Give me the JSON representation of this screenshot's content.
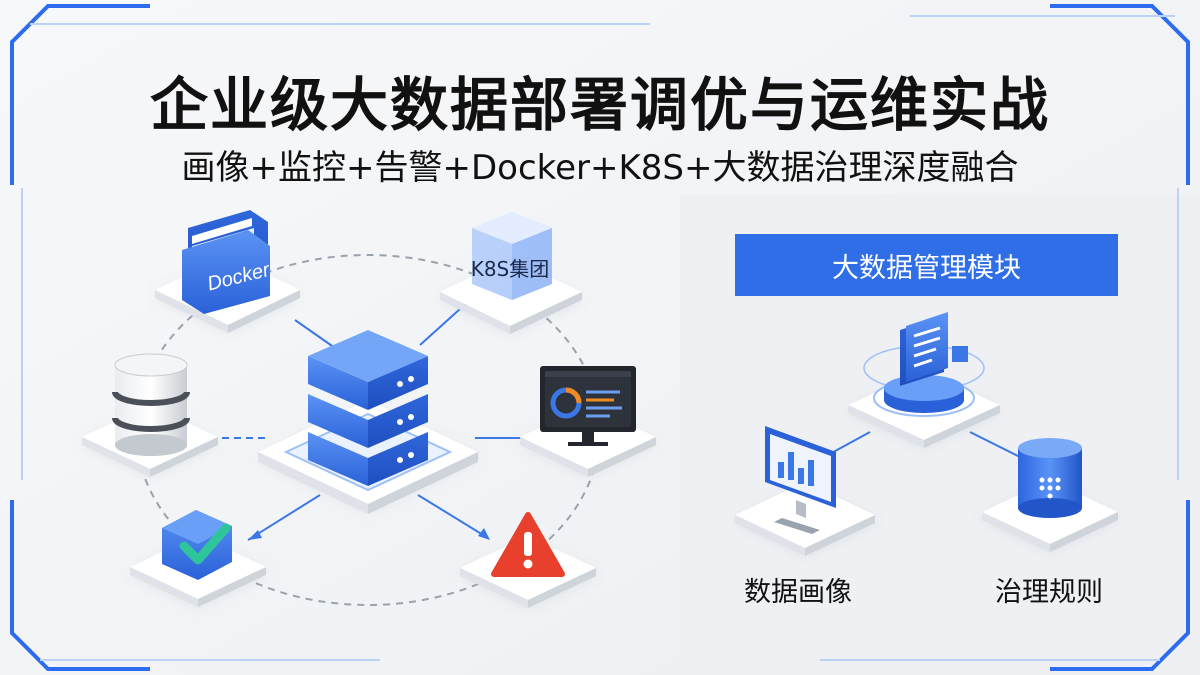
{
  "title": "企业级大数据部署调优与运维实战",
  "subtitle": "画像+监控+告警+Docker+K8S+大数据治理深度融合",
  "left_diagram": {
    "docker_label": "Docker",
    "k8s_label": "K8S集团"
  },
  "right_panel": {
    "header": "大数据管理模块",
    "node_labels": [
      "数据画像",
      "治理规则"
    ]
  },
  "colors": {
    "accent": "#2f6ee6",
    "frame": "#2d6cf0",
    "alert": "#e8402c",
    "check": "#2fc59a"
  },
  "icons": [
    "docker-folder-icon",
    "k8s-cube-icon",
    "database-icon",
    "server-stack-icon",
    "dashboard-monitor-icon",
    "shield-check-icon",
    "warning-icon",
    "document-stack-icon",
    "bar-chart-monitor-icon",
    "db-cylinder-icon"
  ]
}
